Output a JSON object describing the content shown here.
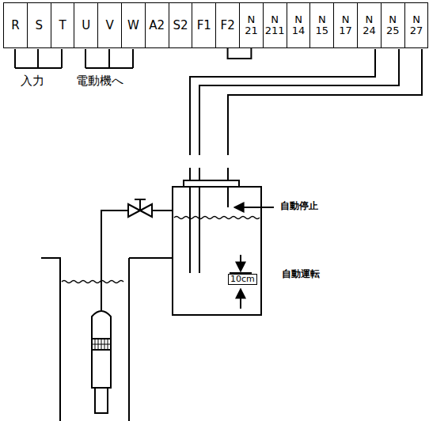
{
  "diagram": {
    "nodes": [
      {
        "text": [
          "R"
        ]
      },
      {
        "text": [
          "S"
        ]
      },
      {
        "text": [
          "T"
        ]
      },
      {
        "text": [
          "U"
        ]
      },
      {
        "text": [
          "V"
        ]
      },
      {
        "text": [
          "W"
        ]
      },
      {
        "text": [
          "A2"
        ]
      },
      {
        "text": [
          "S2"
        ]
      },
      {
        "text": [
          "F1"
        ]
      },
      {
        "text": [
          "F2"
        ]
      },
      {
        "text": [
          "N 21"
        ]
      },
      {
        "text": [
          "N 211"
        ]
      },
      {
        "text": [
          "N 14"
        ]
      },
      {
        "text": [
          "N 15"
        ]
      },
      {
        "text": [
          "N 17"
        ]
      },
      {
        "text": [
          "N 24"
        ]
      },
      {
        "text": [
          "N 25"
        ]
      },
      {
        "text": [
          "N 27"
        ]
      }
    ],
    "edges": [
      {
        "from": 9,
        "to": 10,
        "arrow": "none"
      }
    ],
    "labels": [
      "入力",
      "電動機へ",
      "自動停止",
      "自動運転",
      "10cm"
    ]
  }
}
